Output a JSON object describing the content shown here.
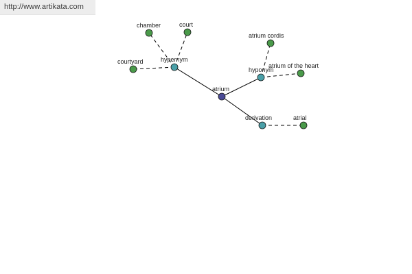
{
  "banner": {
    "url": "http://www.artikata.com"
  },
  "colors": {
    "center": "#4a4a96",
    "relation": "#4aa0a8",
    "leaf": "#4a9a4a"
  },
  "graph": {
    "nodes": [
      {
        "id": "atrium",
        "label": "atrium",
        "kind": "center"
      },
      {
        "id": "hypernym",
        "label": "hypernym",
        "kind": "relation"
      },
      {
        "id": "hyponym",
        "label": "hyponym",
        "kind": "relation"
      },
      {
        "id": "derivation",
        "label": "derivation",
        "kind": "relation"
      },
      {
        "id": "chamber",
        "label": "chamber",
        "kind": "leaf"
      },
      {
        "id": "court",
        "label": "court",
        "kind": "leaf"
      },
      {
        "id": "courtyard",
        "label": "courtyard",
        "kind": "leaf"
      },
      {
        "id": "atrium-cordis",
        "label": "atrium cordis",
        "kind": "leaf"
      },
      {
        "id": "atrium-of-the-heart",
        "label": "atrium of the heart",
        "kind": "leaf"
      },
      {
        "id": "atrial",
        "label": "atrial",
        "kind": "leaf"
      }
    ],
    "edges": [
      {
        "from": "atrium",
        "to": "hypernym",
        "style": "solid"
      },
      {
        "from": "atrium",
        "to": "hyponym",
        "style": "solid"
      },
      {
        "from": "atrium",
        "to": "derivation",
        "style": "solid"
      },
      {
        "from": "hypernym",
        "to": "chamber",
        "style": "dashed"
      },
      {
        "from": "hypernym",
        "to": "court",
        "style": "dashed"
      },
      {
        "from": "hypernym",
        "to": "courtyard",
        "style": "dashed"
      },
      {
        "from": "hyponym",
        "to": "atrium-cordis",
        "style": "dashed"
      },
      {
        "from": "hyponym",
        "to": "atrium-of-the-heart",
        "style": "dashed"
      },
      {
        "from": "derivation",
        "to": "atrial",
        "style": "dashed"
      }
    ]
  }
}
